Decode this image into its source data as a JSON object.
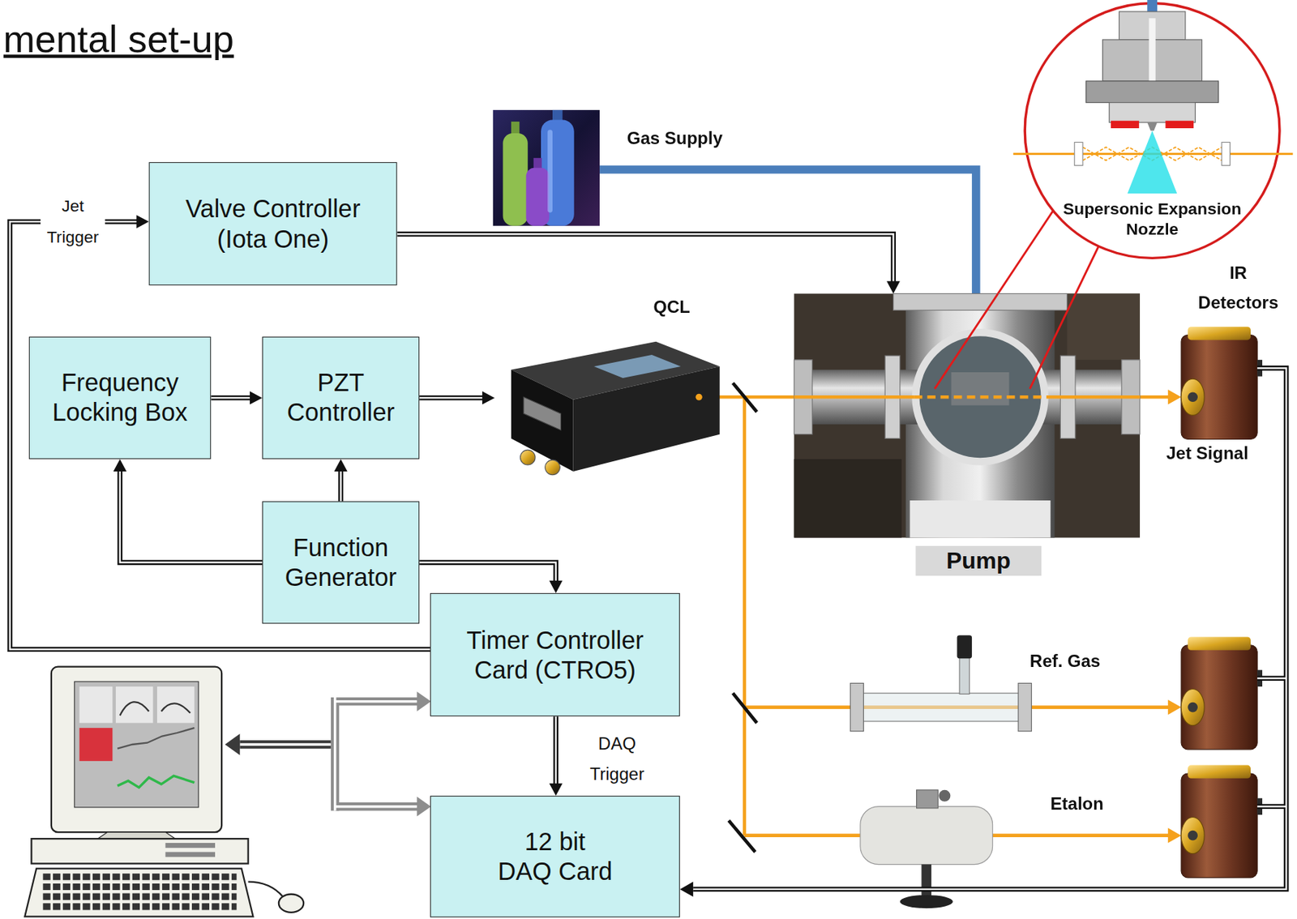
{
  "diagram": {
    "title": "mental set-up",
    "nodes": [
      {
        "text": [
          "Valve Controller (Iota One)"
        ]
      },
      {
        "text": [
          "Gas Supply"
        ]
      },
      {
        "text": [
          "Supersonic Expansion Nozzle"
        ]
      },
      {
        "text": [
          "Frequency Locking Box"
        ]
      },
      {
        "text": [
          "PZT Controller"
        ]
      },
      {
        "text": [
          "QCL"
        ]
      },
      {
        "text": [
          "Pump"
        ]
      },
      {
        "text": [
          "Function Generator"
        ]
      },
      {
        "text": [
          "Timer Controller Card (CTRO5)"
        ]
      },
      {
        "text": [
          "12 bit DAQ Card"
        ]
      }
    ],
    "edges": [
      {
        "from": 8,
        "to": 0,
        "arrow": "to",
        "label": "Jet Trigger"
      },
      {
        "from": 3,
        "to": 4,
        "arrow": "to"
      },
      {
        "from": 7,
        "to": 4,
        "arrow": "to"
      },
      {
        "from": 7,
        "to": 3,
        "arrow": "to"
      },
      {
        "from": 7,
        "to": 8,
        "arrow": "to"
      },
      {
        "from": 4,
        "to": 5,
        "arrow": "to"
      },
      {
        "from": 8,
        "to": 9,
        "arrow": "to",
        "label": "DAQ Trigger"
      },
      {
        "from": 0,
        "to": 6,
        "arrow": "to"
      },
      {
        "from": 1,
        "to": 6,
        "arrow": "none"
      }
    ],
    "labels": [
      "IR Detectors",
      "Jet Signal",
      "Ref. Gas",
      "Etalon"
    ]
  }
}
